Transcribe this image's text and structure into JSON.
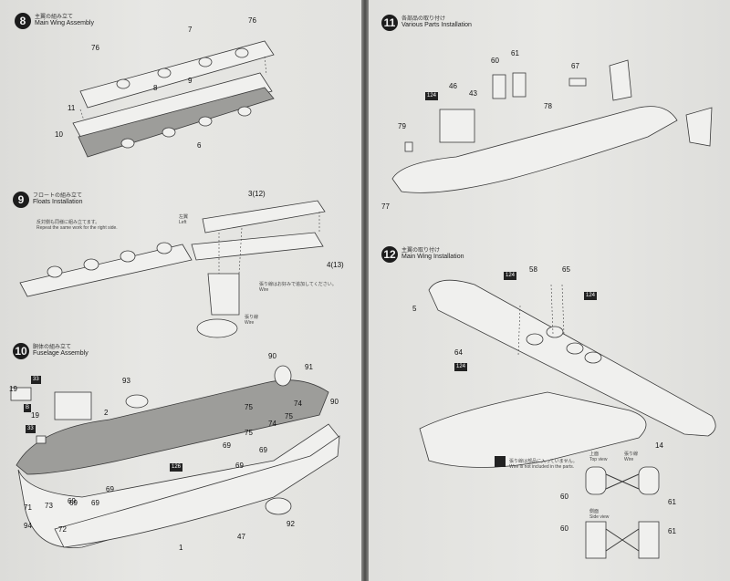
{
  "steps": {
    "s8": {
      "num": "8",
      "jp": "主翼の組み立て",
      "en": "Main Wing Assembly"
    },
    "s9": {
      "num": "9",
      "jp": "フロートの組み立て",
      "en": "Floats Installation",
      "note_jp": "反対側も同様に組み立てます。",
      "note_en": "Repeat the same work for the right side.",
      "left_jp": "左翼",
      "left_en": "Left",
      "wire_jp": "張り線はお好みで追加してください。",
      "wire_en": "Wire",
      "wire2_jp": "張り線",
      "wire2_en": "Wire"
    },
    "s10": {
      "num": "10",
      "jp": "胴体の組み立て",
      "en": "Fuselage Assembly"
    },
    "s11": {
      "num": "11",
      "jp": "各部品の取り付け",
      "en": "Various Parts Installation"
    },
    "s12": {
      "num": "12",
      "jp": "主翼の取り付け",
      "en": "Main Wing Installation",
      "note_jp": "張り線は部品に入っていません。",
      "note_en": "Wire is not included in the parts.",
      "top_jp": "上面",
      "top_en": "Top view",
      "side_jp": "側面",
      "side_en": "Side view",
      "wire_jp": "張り線",
      "wire_en": "Wire"
    }
  },
  "labels": {
    "s8": [
      "76",
      "7",
      "76",
      "8",
      "9",
      "11",
      "10",
      "6"
    ],
    "s9": [
      "3(12)",
      "4(13)"
    ],
    "s10": [
      "33",
      "19",
      "B",
      "19",
      "33",
      "2",
      "93",
      "90",
      "91",
      "75",
      "74",
      "75",
      "74",
      "90",
      "69",
      "75",
      "69",
      "69",
      "69",
      "126",
      "69",
      "71",
      "73",
      "69",
      "69",
      "94",
      "72",
      "47",
      "92",
      "1"
    ],
    "s11": [
      "60",
      "61",
      "67",
      "124",
      "46",
      "43",
      "78",
      "79",
      "77"
    ],
    "s12": [
      "124",
      "58",
      "65",
      "124",
      "5",
      "64",
      "124",
      "14",
      "60",
      "61",
      "60",
      "61"
    ]
  }
}
